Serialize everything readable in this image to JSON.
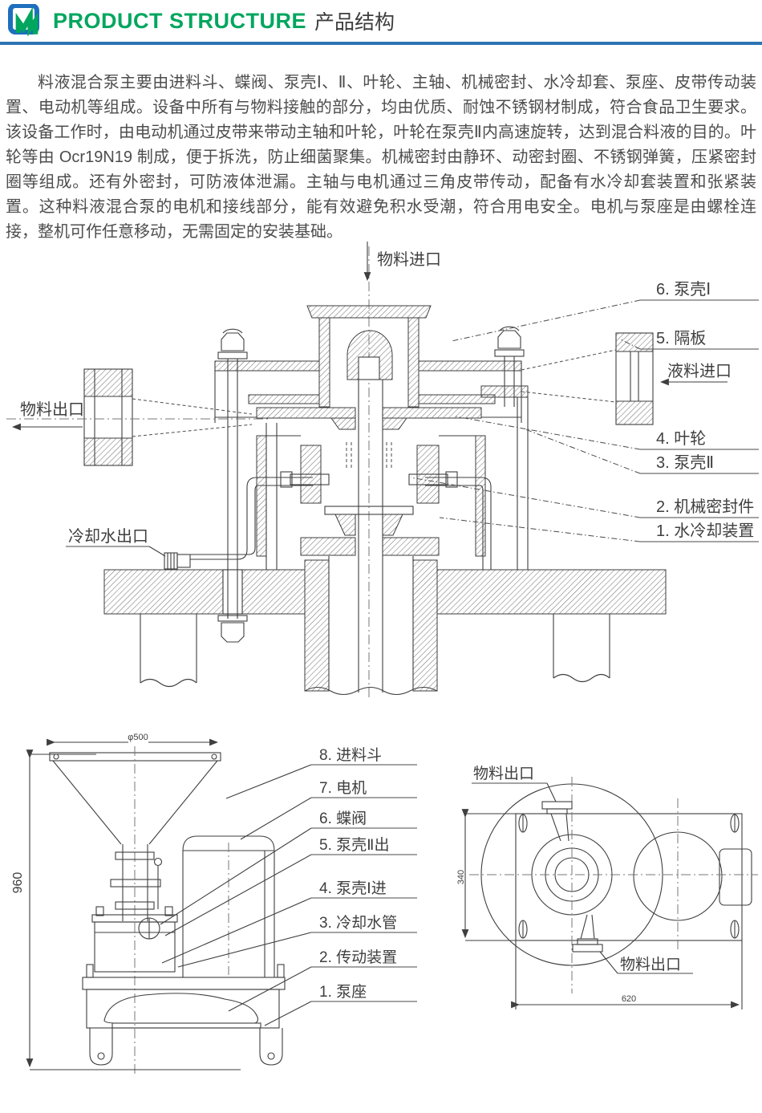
{
  "header": {
    "title_en": "PRODUCT STRUCTURE",
    "title_zh": "产品结构"
  },
  "colors": {
    "accent_green": "#00A65E",
    "accent_blue": "#2E74B5",
    "logo_blue": "#1E6FBE",
    "body_text": "#4D4D4D",
    "line_gray": "#3E3E3E"
  },
  "description": "料液混合泵主要由进料斗、蝶阀、泵壳Ⅰ、Ⅱ、叶轮、主轴、机械密封、水冷却套、泵座、皮带传动装置、电动机等组成。设备中所有与物料接触的部分，均由优质、耐蚀不锈钢材制成，符合食品卫生要求。该设备工作时，由电动机通过皮带来带动主轴和叶轮，叶轮在泵壳Ⅱ内高速旋转，达到混合料液的目的。叶轮等由 Ocr19N19 制成，便于拆洗，防止细菌聚集。机械密封由静环、动密封圈、不锈钢弹簧，压紧密封圈等组成。还有外密封，可防液体泄漏。主轴与电机通过三角皮带传动，配备有水冷却套装置和张紧装置。这种料液混合泵的电机和接线部分，能有效避免积水受潮，符合用电安全。电机与泵座是由螺栓连接，整机可作任意移动，无需固定的安装基础。",
  "main_diagram": {
    "labels": {
      "inlet_top": "物料进口",
      "outlet_left": "物料出口",
      "liquid_inlet": "液料进口",
      "cooling_outlet": "冷却水出口",
      "part6": "6. 泵壳Ⅰ",
      "part5": "5. 隔板",
      "part4": "4. 叶轮",
      "part3": "3. 泵壳Ⅱ",
      "part2": "2. 机械密封件",
      "part1": "1. 水冷却装置"
    }
  },
  "side_view": {
    "dimensions": {
      "top_diameter": "φ500",
      "height": "960"
    },
    "labels": {
      "part8": "8. 进料斗",
      "part7": "7. 电机",
      "part6": "6. 蝶阀",
      "part5": "5. 泵壳Ⅱ出",
      "part4": "4. 泵壳Ⅰ进",
      "part3": "3. 冷却水管",
      "part2": "2. 传动装置",
      "part1": "1. 泵座"
    }
  },
  "top_view": {
    "dimensions": {
      "height": "340",
      "width": "620"
    },
    "labels": {
      "outlet_top": "物料出口",
      "outlet_bottom": "物料出口"
    }
  }
}
